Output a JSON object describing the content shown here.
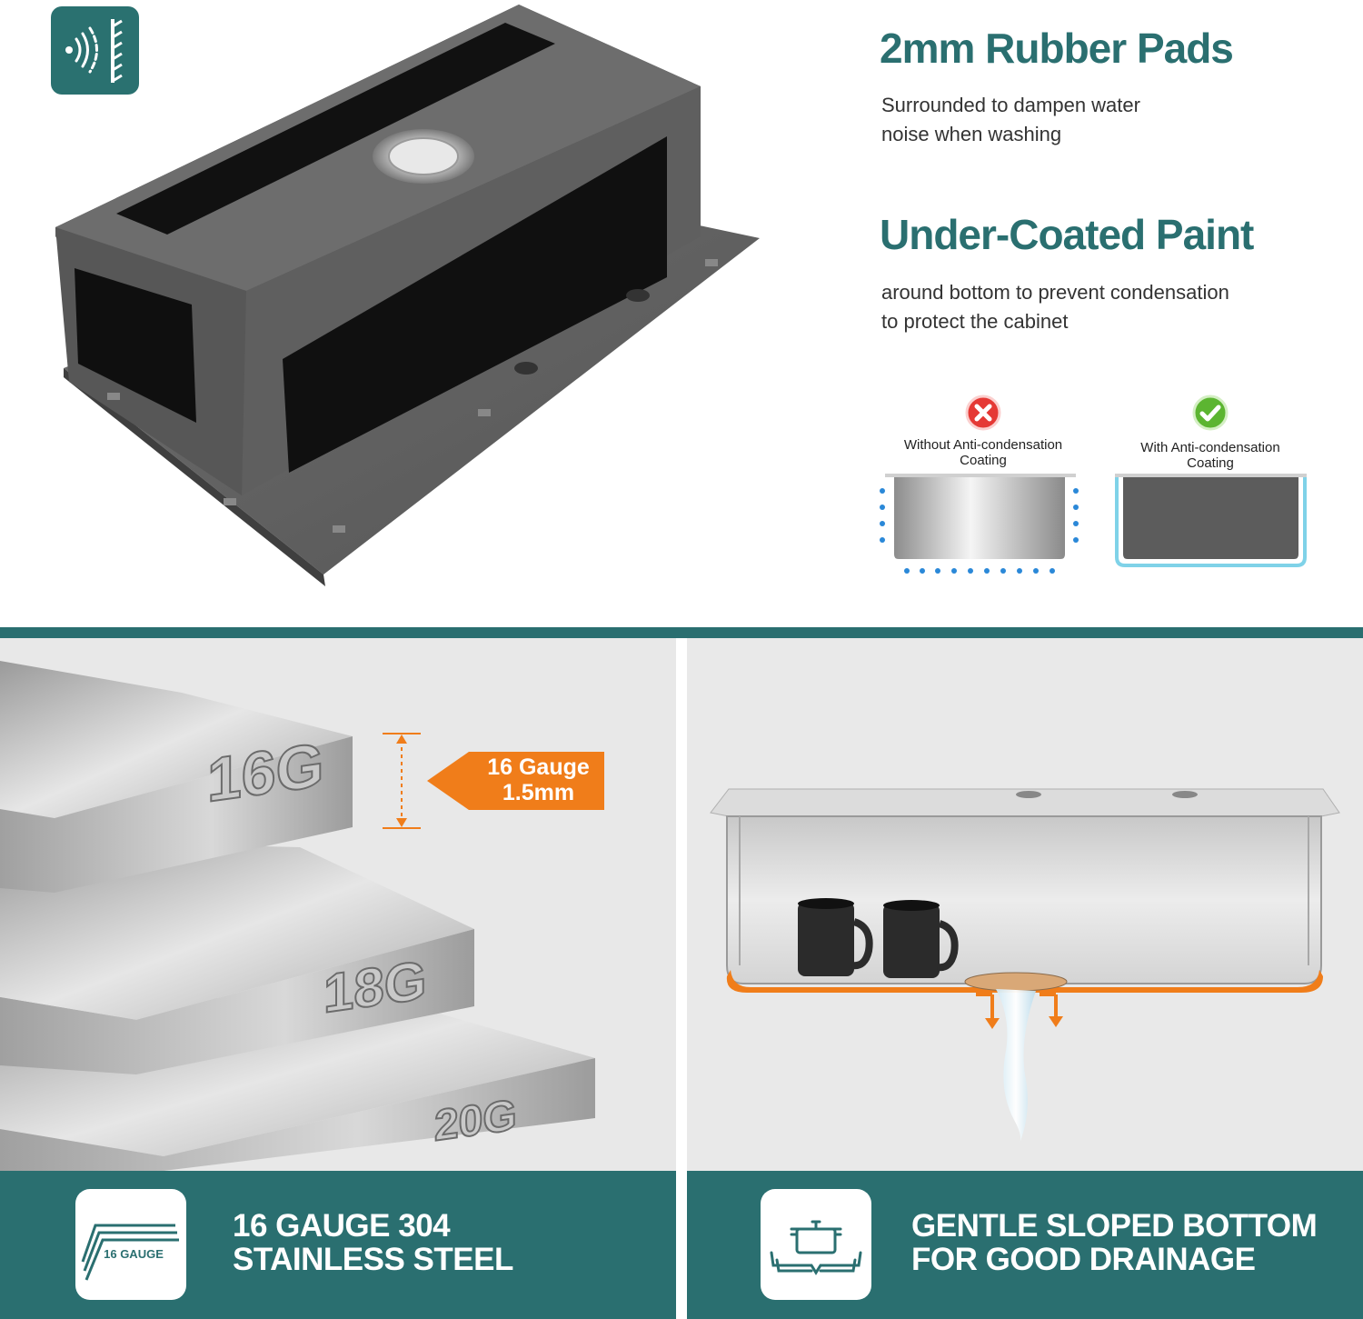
{
  "rubber_pads": {
    "title": "2mm Rubber Pads",
    "description_line1": "Surrounded to dampen water",
    "description_line2": "noise when washing"
  },
  "coated_paint": {
    "title": "Under-Coated Paint",
    "description_line1": "around bottom to prevent condensation",
    "description_line2": "to protect the cabinet"
  },
  "comparison": {
    "without_line1": "Without Anti-condensation",
    "without_line2": "Coating",
    "with_line1": "With Anti-condensation",
    "with_line2": "Coating"
  },
  "gauge": {
    "plate_labels": [
      "16G",
      "18G",
      "20G"
    ],
    "callout_line1": "16 Gauge",
    "callout_line2": "1.5mm",
    "icon_label": "16 GAUGE"
  },
  "footer": {
    "left_line1": "16 GAUGE 304",
    "left_line2": "STAINLESS STEEL",
    "right_line1": "GENTLE SLOPED BOTTOM",
    "right_line2": "FOR GOOD DRAINAGE"
  },
  "colors": {
    "teal": "#2a6f70",
    "orange": "#f07d1a",
    "error_red": "#e53935",
    "success_green": "#5cb531"
  },
  "icons": [
    "sound-dampening-icon",
    "error-x-icon",
    "success-check-icon",
    "gauge-plates-icon",
    "cooking-pot-icon"
  ]
}
